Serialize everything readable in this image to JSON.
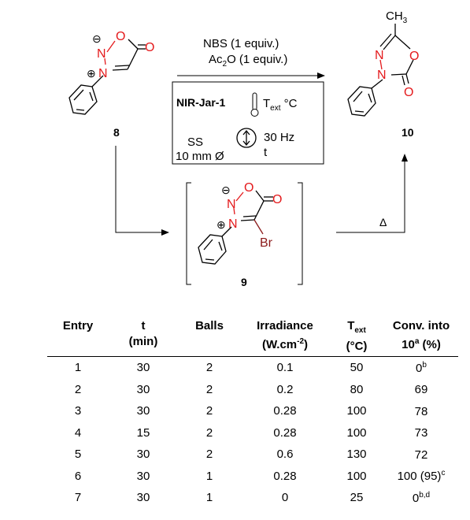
{
  "compounds": {
    "c8": {
      "label": "8"
    },
    "c9": {
      "label": "9"
    },
    "c10": {
      "label": "10"
    }
  },
  "atoms": {
    "O": "O",
    "N": "N",
    "Br": "Br",
    "CH3": "CH",
    "CH3_sub": "3",
    "plus": "⊕",
    "minus": "⊖"
  },
  "reagents": {
    "line1": "NBS (1 equiv.)",
    "line2_a": "Ac",
    "line2_sub": "2",
    "line2_b": "O (1 equiv.)"
  },
  "conditions": {
    "jar": "NIR-Jar-1",
    "temp_a": "T",
    "temp_sub": "ext",
    "temp_b": " °C",
    "ball_material": "SS",
    "ball_size": "10 mm Ø",
    "frequency": "30 Hz",
    "time": "t"
  },
  "heat_symbol": "Δ",
  "table": {
    "headers": [
      {
        "l1": "Entry",
        "l2": ""
      },
      {
        "l1": "t",
        "l2": "(min)"
      },
      {
        "l1": "Balls",
        "l2": ""
      },
      {
        "l1": "Irradiance",
        "l2a": "(W.cm",
        "l2sup": "-2",
        "l2b": ")"
      },
      {
        "l1a": "T",
        "l1sub": "ext",
        "l2": "(°C)"
      },
      {
        "l1": "Conv. into",
        "l2a": "10",
        "l2sup": "a",
        "l2b": " (%)"
      }
    ],
    "rows": [
      {
        "entry": "1",
        "t": "30",
        "balls": "2",
        "irr": "0.1",
        "temp": "50",
        "conv": "0",
        "note": "b"
      },
      {
        "entry": "2",
        "t": "30",
        "balls": "2",
        "irr": "0.2",
        "temp": "80",
        "conv": "69",
        "note": ""
      },
      {
        "entry": "3",
        "t": "30",
        "balls": "2",
        "irr": "0.28",
        "temp": "100",
        "conv": "78",
        "note": ""
      },
      {
        "entry": "4",
        "t": "15",
        "balls": "2",
        "irr": "0.28",
        "temp": "100",
        "conv": "73",
        "note": ""
      },
      {
        "entry": "5",
        "t": "30",
        "balls": "2",
        "irr": "0.6",
        "temp": "130",
        "conv": "72",
        "note": ""
      },
      {
        "entry": "6",
        "t": "30",
        "balls": "1",
        "irr": "0.28",
        "temp": "100",
        "conv": "100 (95)",
        "note": "c"
      },
      {
        "entry": "7",
        "t": "30",
        "balls": "1",
        "irr": "0",
        "temp": "25",
        "conv": "0",
        "note": "b,d"
      }
    ]
  },
  "colors": {
    "oxygen": "#e41a1c",
    "nitrogen": "#e41a1c",
    "bromine": "#8b1a1a"
  }
}
